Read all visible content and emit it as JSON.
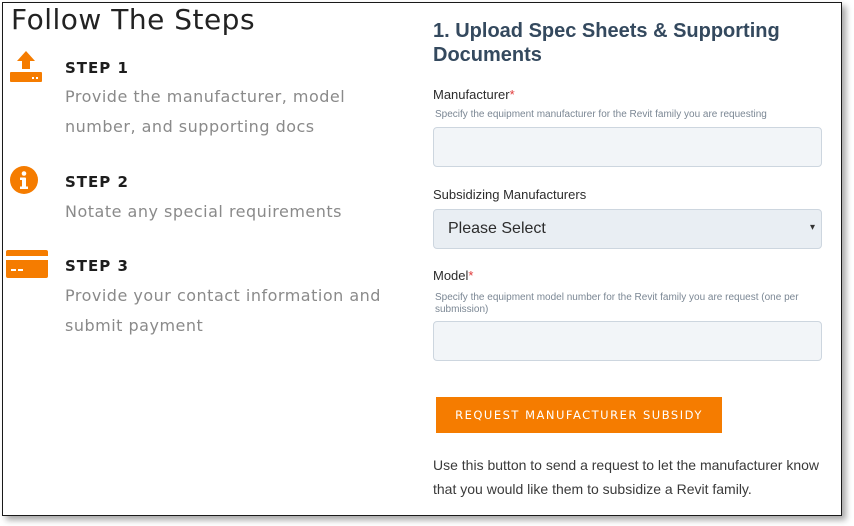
{
  "steps_panel": {
    "title": "Follow The Steps",
    "accent_color": "#f57c00",
    "steps": [
      {
        "label": "STEP 1",
        "description": "Provide the manufacturer, model number, and supporting docs",
        "icon": "upload-tray-icon"
      },
      {
        "label": "STEP 2",
        "description": "Notate any special requirements",
        "icon": "info-icon"
      },
      {
        "label": "STEP 3",
        "description": "Provide your contact information and submit payment",
        "icon": "credit-card-icon"
      }
    ]
  },
  "form": {
    "title": "1. Upload Spec Sheets & Supporting Documents",
    "manufacturer": {
      "label": "Manufacturer",
      "required_mark": "*",
      "help": "Specify the equipment manufacturer for the Revit family you are requesting",
      "value": ""
    },
    "subsidizing": {
      "label": "Subsidizing Manufacturers",
      "selected": "Please Select",
      "arrow": "▾"
    },
    "model": {
      "label": "Model",
      "required_mark": "*",
      "help": "Specify the equipment model number for the Revit family you are request (one per submission)",
      "value": ""
    },
    "button_label": "REQUEST MANUFACTURER SUBSIDY",
    "note": "Use this button to send a request to let the manufacturer know that you would like them to subsidize a Revit family."
  }
}
